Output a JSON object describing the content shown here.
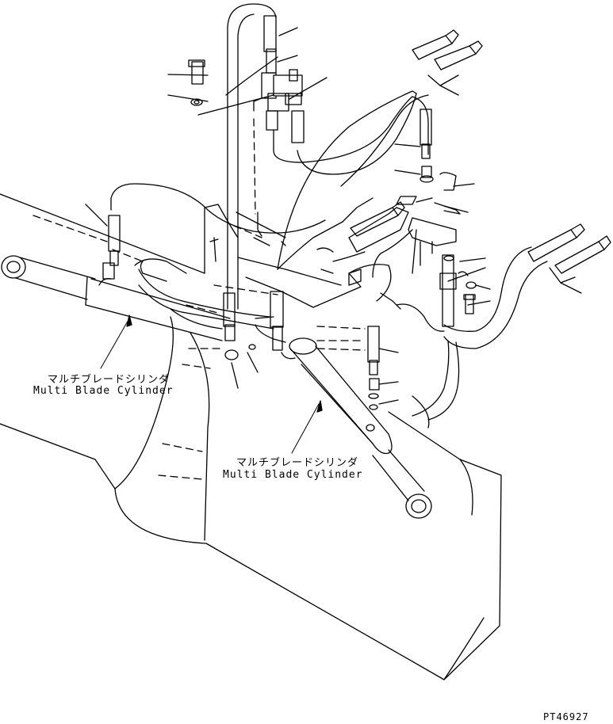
{
  "labels": {
    "left_cylinder_jp": "マルチブレードシリンダ",
    "left_cylinder_en": "Multi Blade Cylinder",
    "right_cylinder_jp": "マルチブレードシリンダ",
    "right_cylinder_en": "Multi Blade Cylinder"
  },
  "drawing_code": "PT46927"
}
